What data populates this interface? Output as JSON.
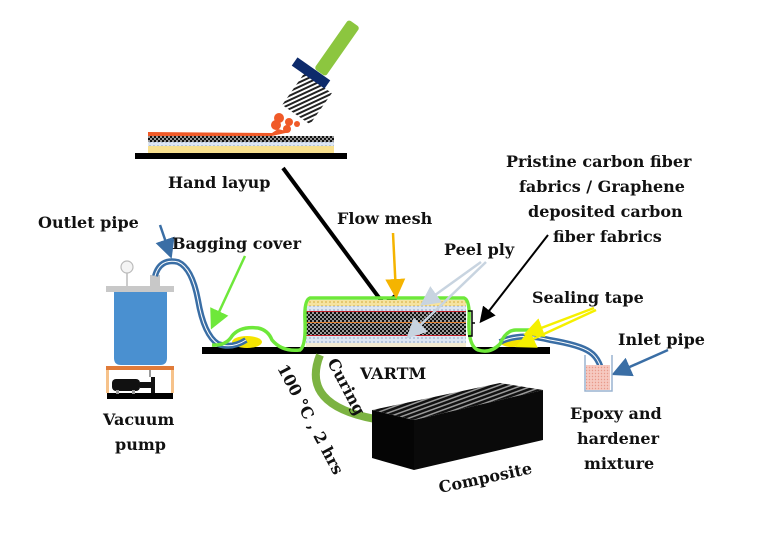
{
  "title": "VARTM composite fabrication process",
  "labels": {
    "hand_layup": "Hand layup",
    "outlet_pipe": "Outlet pipe",
    "bagging_cover": "Bagging cover",
    "flow_mesh": "Flow mesh",
    "peel_ply": "Peel ply",
    "fabrics": [
      "Pristine carbon fiber",
      "fabrics / Graphene",
      "deposited carbon",
      "fiber fabrics"
    ],
    "sealing_tape": "Sealing tape",
    "inlet_pipe": "Inlet pipe",
    "vartm": "VARTM",
    "vacuum_pump": [
      "Vacuum",
      "pump"
    ],
    "curing": "Curing",
    "curing_conditions": "100 °C , 2 hrs",
    "composite": "Composite",
    "epoxy": [
      "Epoxy and",
      "hardener",
      "mixture"
    ]
  },
  "colors": {
    "brush_handle": "#8cc63f",
    "brush_ferrule": "#0d2a6b",
    "resin": "#f05a28",
    "pipe": "#3a6ea5",
    "bag": "#6ee83a",
    "sealant": "#f5e400",
    "pump_body": "#4a90d0",
    "pump_frame": "#e07b39",
    "mesh_arrow": "#f5b400",
    "peel_arrow": "#c8d4e0",
    "curing_arrow": "#7cb342",
    "tape_arrow": "#f5f000"
  }
}
